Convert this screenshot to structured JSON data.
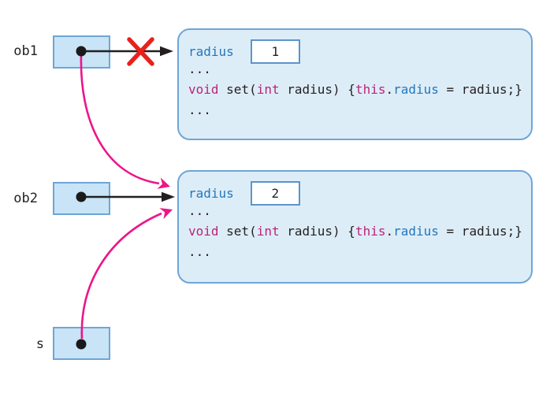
{
  "colors": {
    "box_fill": "#c8e4f6",
    "box_border": "#6fa5d6",
    "panel_fill": "#ddedf8",
    "panel_border": "#6fa5d6",
    "value_box_border": "#5b94cc",
    "keyword": "#bb2478",
    "identifier": "#2277bd",
    "code_text": "#231f20",
    "arrow_black": "#231f20",
    "arrow_pink": "#ec158a",
    "cross_red": "#e8211d",
    "dot_black": "#1a1a1a"
  },
  "references": [
    {
      "label": "ob1"
    },
    {
      "label": "ob2"
    },
    {
      "label": "s"
    }
  ],
  "objects": [
    {
      "field_name": "radius",
      "field_value": "1",
      "ellipsis_top": "...",
      "code": [
        {
          "text": "void",
          "type": "keyword"
        },
        {
          "text": " set(",
          "type": "plain"
        },
        {
          "text": "int",
          "type": "keyword"
        },
        {
          "text": " radius) {",
          "type": "plain"
        },
        {
          "text": "this",
          "type": "keyword"
        },
        {
          "text": ".",
          "type": "plain"
        },
        {
          "text": "radius",
          "type": "identifier"
        },
        {
          "text": " = radius;}",
          "type": "plain"
        }
      ],
      "ellipsis_bottom": "..."
    },
    {
      "field_name": "radius",
      "field_value": "2",
      "ellipsis_top": "...",
      "code": [
        {
          "text": "void",
          "type": "keyword"
        },
        {
          "text": " set(",
          "type": "plain"
        },
        {
          "text": "int",
          "type": "keyword"
        },
        {
          "text": " radius) {",
          "type": "plain"
        },
        {
          "text": "this",
          "type": "keyword"
        },
        {
          "text": ".",
          "type": "plain"
        },
        {
          "text": "radius",
          "type": "identifier"
        },
        {
          "text": " = radius;}",
          "type": "plain"
        }
      ],
      "ellipsis_bottom": "..."
    }
  ]
}
